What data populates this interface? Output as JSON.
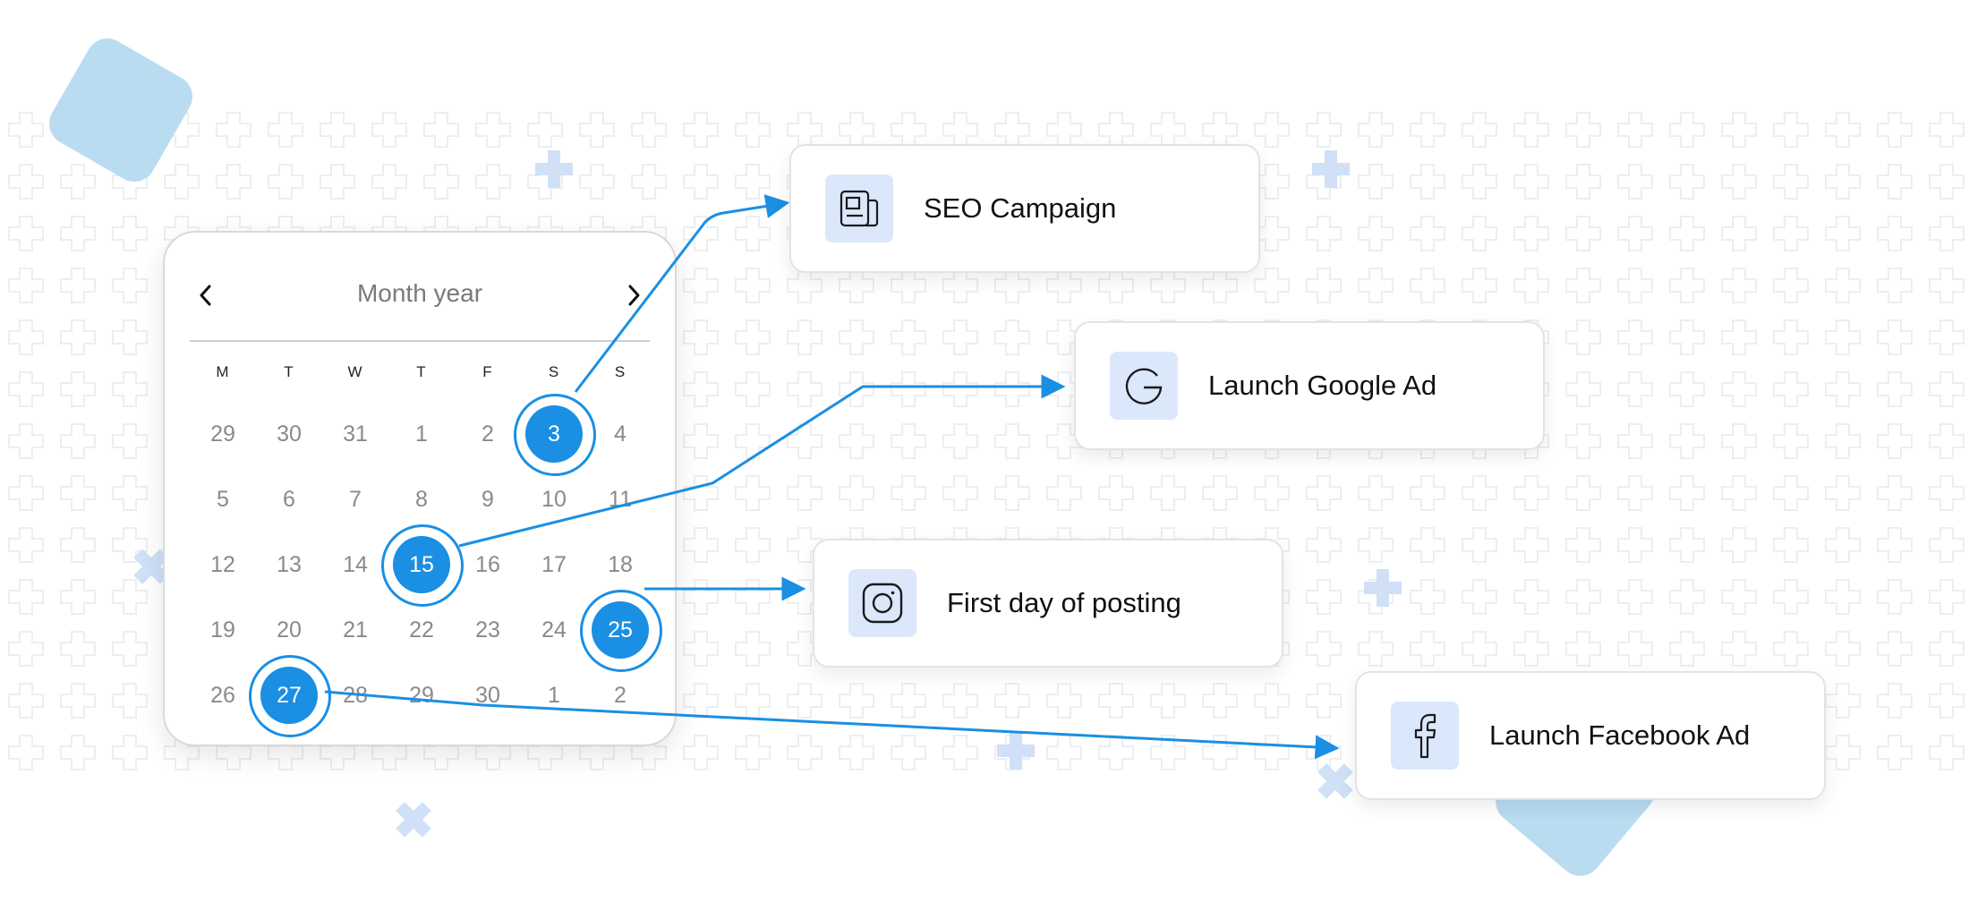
{
  "calendar": {
    "title": "Month year",
    "weekdays": [
      "M",
      "T",
      "W",
      "T",
      "F",
      "S",
      "S"
    ],
    "weeks": [
      [
        "29",
        "30",
        "31",
        "1",
        "2",
        "3",
        "4"
      ],
      [
        "5",
        "6",
        "7",
        "8",
        "9",
        "10",
        "11"
      ],
      [
        "12",
        "13",
        "14",
        "15",
        "16",
        "17",
        "18"
      ],
      [
        "19",
        "20",
        "21",
        "22",
        "23",
        "24",
        "25"
      ],
      [
        "26",
        "27",
        "28",
        "29",
        "30",
        "1",
        "2"
      ]
    ],
    "selected_days": [
      "3",
      "15",
      "25",
      "27"
    ]
  },
  "events": [
    {
      "label": "SEO Campaign",
      "icon": "newspaper-icon",
      "day": "3"
    },
    {
      "label": "Launch Google Ad",
      "icon": "google-icon",
      "day": "15"
    },
    {
      "label": "First day of posting",
      "icon": "instagram-icon",
      "day": "25"
    },
    {
      "label": "Launch Facebook Ad",
      "icon": "facebook-icon",
      "day": "27"
    }
  ],
  "colors": {
    "accent": "#1a8fe3",
    "icon_tile": "#dbe8fb",
    "decor_shape": "#b9dcf1",
    "decor_cross": "#cfe0f7",
    "pattern": "#eef0f2"
  }
}
